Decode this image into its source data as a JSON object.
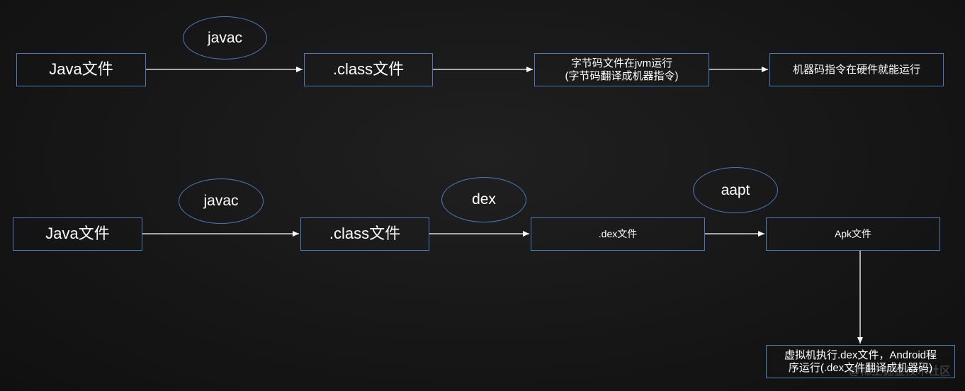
{
  "row1": {
    "node1": "Java文件",
    "label1": "javac",
    "node2": ".class文件",
    "node3_line1": "字节码文件在jvm运行",
    "node3_line2": "(字节码翻译成机器指令)",
    "node4": "机器码指令在硬件就能运行"
  },
  "row2": {
    "node1": "Java文件",
    "label1": "javac",
    "node2": ".class文件",
    "label2": "dex",
    "node3": ".dex文件",
    "label3": "aapt",
    "node4": "Apk文件",
    "node5_line1": "虚拟机执行.dex文件，Android程",
    "node5_line2": "序运行(.dex文件翻译成机器码)"
  },
  "watermark": "@稀土掘金技术社区",
  "colors": {
    "stroke": "#4a7ab8",
    "arrow": "#ffffff",
    "background": "#161616"
  }
}
